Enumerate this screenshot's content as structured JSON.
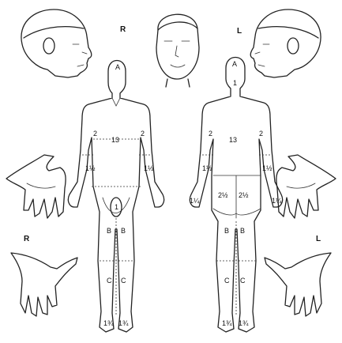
{
  "side_labels": {
    "right_top": "R",
    "left_top": "L",
    "right_bottom": "R",
    "left_bottom": "L"
  },
  "region_labels": {
    "front_head": "A",
    "front_torso": "13",
    "front_arm_r": "2",
    "front_arm_l": "2",
    "front_forearm_r": "1½",
    "front_forearm_l": "1½",
    "front_genital": "1",
    "front_thigh_r": "B",
    "front_thigh_l": "B",
    "front_leg_r": "C",
    "front_leg_l": "C",
    "front_foot_r": "1¾",
    "front_foot_l": "1¾",
    "back_head": "A",
    "back_neck": "1",
    "back_torso": "13",
    "back_arm_r": "2",
    "back_arm_l": "2",
    "back_forearm_r": "1½",
    "back_forearm_l": "1½",
    "back_buttock_r": "2½",
    "back_buttock_l": "2½",
    "back_hand_r": "1¼",
    "back_hand_l": "1¼",
    "back_thigh_r": "B",
    "back_thigh_l": "B",
    "back_leg_r": "C",
    "back_leg_l": "C",
    "back_foot_r": "1¾",
    "back_foot_l": "1¾"
  }
}
